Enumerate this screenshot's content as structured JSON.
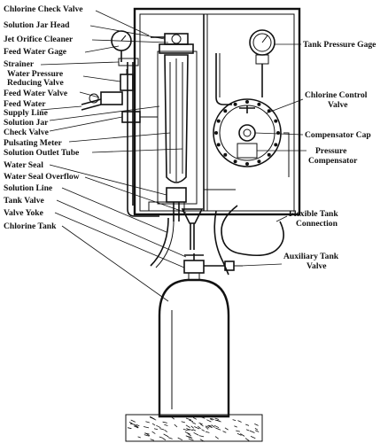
{
  "labels": {
    "chlorine_check_valve": "Chlorine Check Valve",
    "solution_jar_head": "Solution Jar Head",
    "jet_orifice_cleaner": "Jet Orifice Cleaner",
    "feed_water_gage": "Feed Water Gage",
    "strainer": "Strainer",
    "water_pressure_reducing_valve_1": "Water Pressure",
    "water_pressure_reducing_valve_2": "Reducing Valve",
    "feed_water_valve": "Feed Water Valve",
    "feed_water_supply_line_1": "Feed Water",
    "feed_water_supply_line_2": "Supply Line",
    "solution_jar": "Solution Jar",
    "check_valve": "Check Valve",
    "pulsating_meter": "Pulsating Meter",
    "solution_outlet_tube": "Solution Outlet Tube",
    "water_seal": "Water Seal",
    "water_seal_overflow": "Water Seal Overflow",
    "solution_line": "Solution Line",
    "tank_valve": "Tank Valve",
    "valve_yoke": "Valve Yoke",
    "chlorine_tank": "Chlorine Tank",
    "tank_pressure_gage": "Tank Pressure Gage",
    "chlorine_control_valve_1": "Chlorine Control",
    "chlorine_control_valve_2": "Valve",
    "compensator_cap": "Compensator Cap",
    "pressure_compensator_1": "Pressure",
    "pressure_compensator_2": "Compensator",
    "flexible_tank_connection_1": "Flexible Tank",
    "flexible_tank_connection_2": "Connection",
    "auxiliary_tank_valve_1": "Auxiliary Tank",
    "auxiliary_tank_valve_2": "Valve"
  }
}
